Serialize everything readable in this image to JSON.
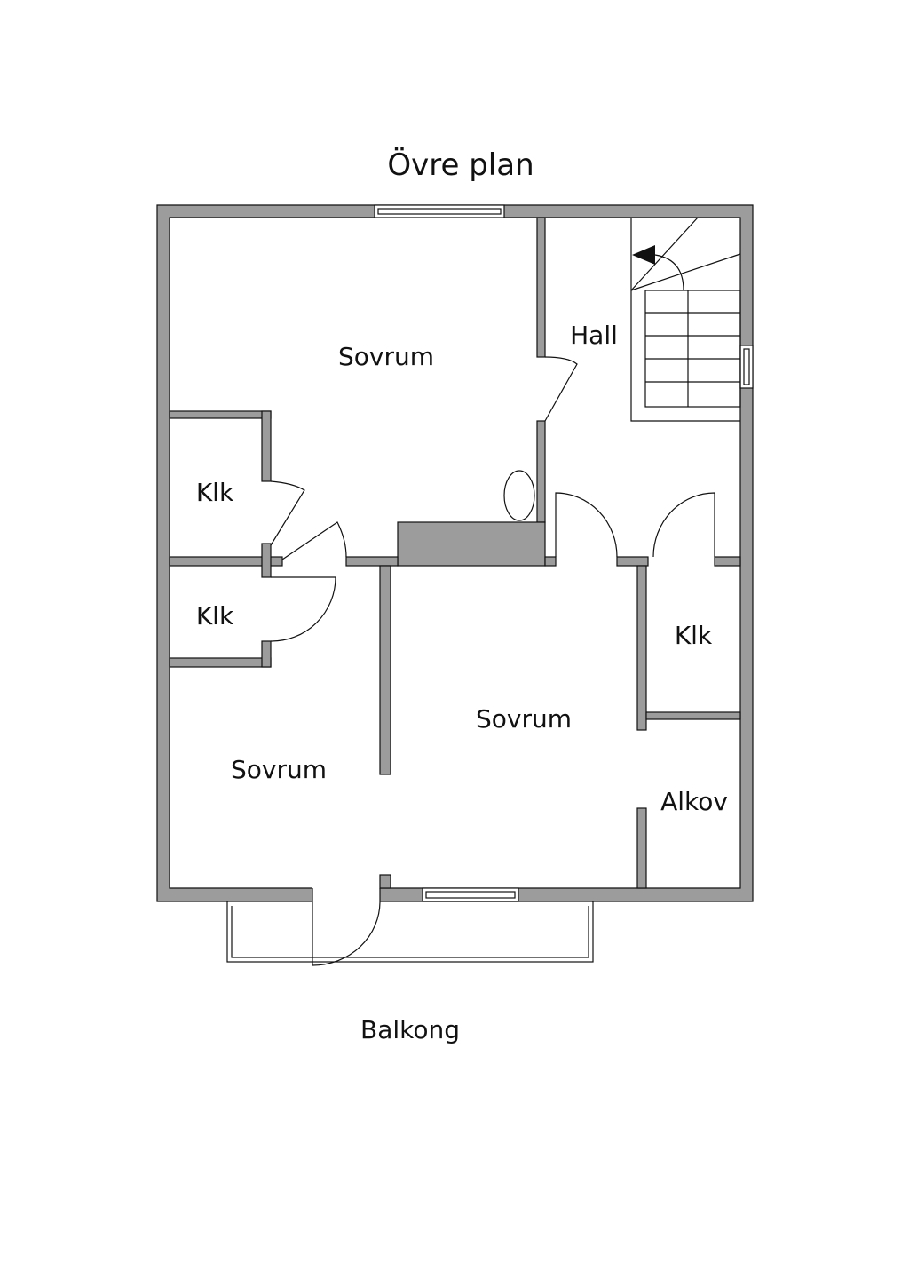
{
  "title": "Övre plan",
  "rooms": {
    "sovrum_top": "Sovrum",
    "hall": "Hall",
    "klk_upper_left": "Klk",
    "klk_lower_left": "Klk",
    "sovrum_left": "Sovrum",
    "sovrum_middle": "Sovrum",
    "klk_right": "Klk",
    "alkov": "Alkov",
    "balkong": "Balkong"
  },
  "colors": {
    "wall": "#9c9c9c",
    "line": "#111111"
  }
}
